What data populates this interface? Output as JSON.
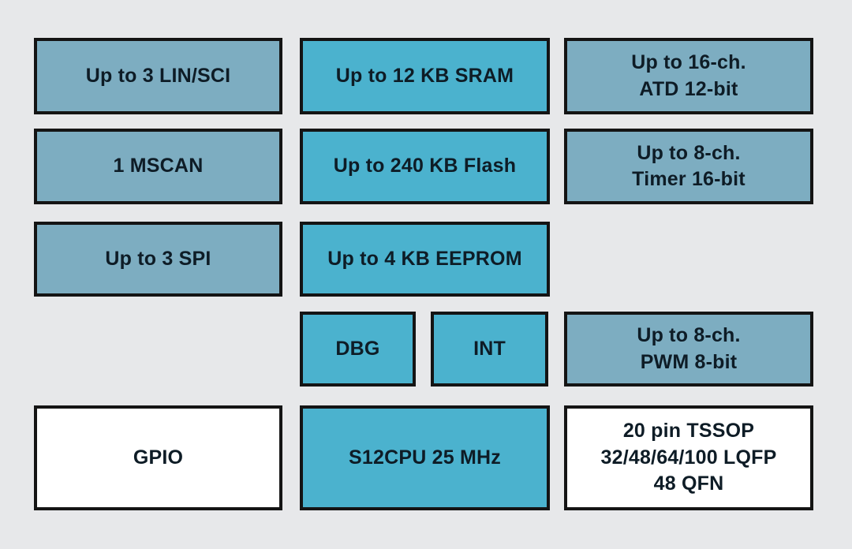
{
  "colors": {
    "background": "#e7e8ea",
    "box_steel_blue": "#7dadc1",
    "box_cyan": "#4bb2ce",
    "box_white": "#ffffff",
    "border": "#141414",
    "text": "#0e1c26"
  },
  "diagram": {
    "boxes": {
      "lin_sci": {
        "label": "Up to 3 LIN/SCI"
      },
      "sram": {
        "label": "Up to 12 KB SRAM"
      },
      "atd": {
        "label": "Up to 16-ch.\nATD 12-bit"
      },
      "mscan": {
        "label": "1 MSCAN"
      },
      "flash": {
        "label": "Up to 240 KB Flash"
      },
      "timer": {
        "label": "Up to 8-ch.\nTimer 16-bit"
      },
      "spi": {
        "label": "Up to 3 SPI"
      },
      "eeprom": {
        "label": "Up to 4 KB EEPROM"
      },
      "dbg": {
        "label": "DBG"
      },
      "int": {
        "label": "INT"
      },
      "pwm": {
        "label": "Up to 8-ch.\nPWM 8-bit"
      },
      "gpio": {
        "label": "GPIO"
      },
      "cpu": {
        "label": "S12CPU 25 MHz"
      },
      "package": {
        "label": "20 pin TSSOP\n32/48/64/100 LQFP\n48 QFN"
      }
    }
  }
}
